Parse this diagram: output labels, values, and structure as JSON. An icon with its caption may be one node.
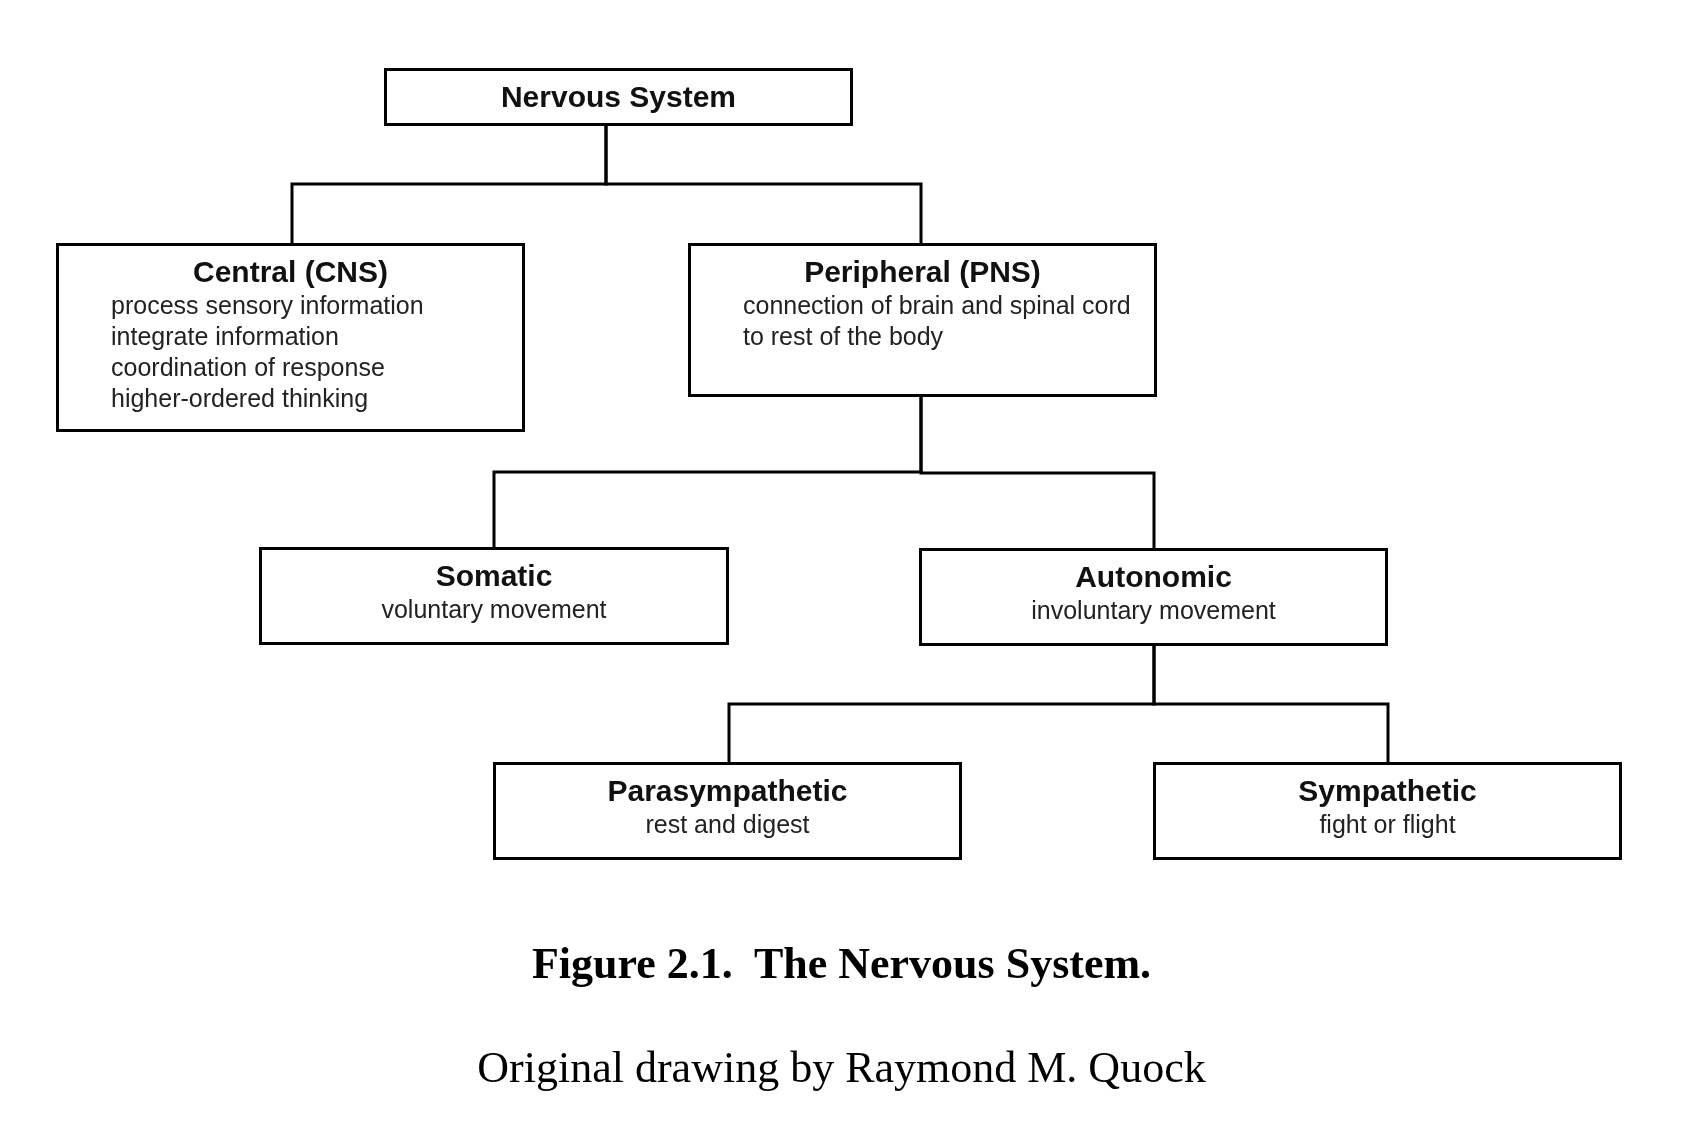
{
  "diagram": {
    "caption": "Figure 2.1.  The Nervous System.",
    "nodes": [
      {
        "text": [
          "Nervous System"
        ]
      },
      {
        "text": [
          "Central (CNS)",
          "process sensory information",
          "integrate information",
          "coordination of response",
          "higher-ordered thinking"
        ]
      },
      {
        "text": [
          "Peripheral (PNS)",
          "connection of brain and spinal cord to rest of the body"
        ]
      },
      {
        "text": [
          "Somatic",
          "voluntary movement"
        ]
      },
      {
        "text": [
          "Autonomic",
          "involuntary movement"
        ]
      },
      {
        "text": [
          "Parasympathetic",
          "rest and digest"
        ]
      },
      {
        "text": [
          "Sympathetic",
          "fight or flight"
        ]
      }
    ],
    "edges": [
      {
        "from": 0,
        "to": 1,
        "arrow": "none"
      },
      {
        "from": 0,
        "to": 2,
        "arrow": "none"
      },
      {
        "from": 2,
        "to": 3,
        "arrow": "none"
      },
      {
        "from": 2,
        "to": 4,
        "arrow": "none"
      },
      {
        "from": 4,
        "to": 5,
        "arrow": "none"
      },
      {
        "from": 4,
        "to": 6,
        "arrow": "none"
      }
    ],
    "labels": [
      "Original drawing by Raymond M. Quock"
    ]
  }
}
